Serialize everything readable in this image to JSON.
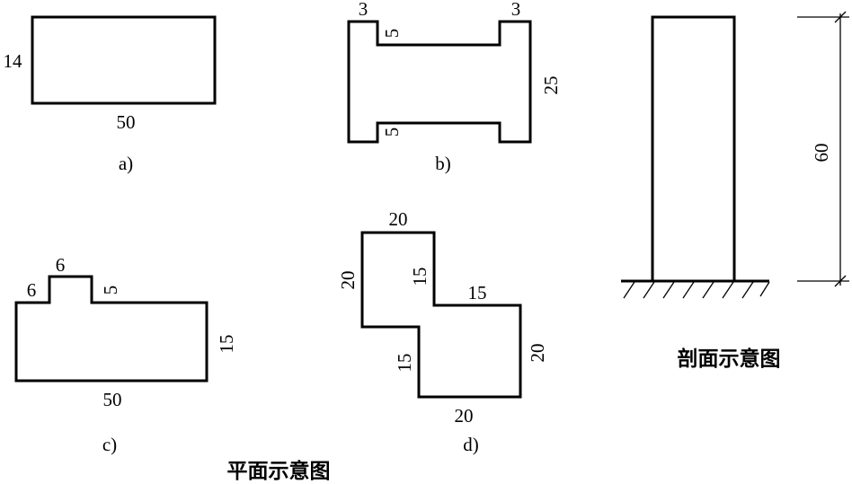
{
  "figure_a": {
    "caption": "a)",
    "dim_height": "14",
    "dim_width": "50"
  },
  "figure_b": {
    "caption": "b)",
    "dim_flange_left": "3",
    "dim_flange_right": "3",
    "dim_notch_top": "5",
    "dim_notch_bottom": "5",
    "dim_height": "25"
  },
  "figure_c": {
    "caption": "c)",
    "dim_step_top": "6",
    "dim_step_left": "6",
    "dim_step_height": "5",
    "dim_height": "15",
    "dim_width": "50"
  },
  "figure_d": {
    "caption": "d)",
    "dim_top": "20",
    "dim_left": "20",
    "dim_inner_upper": "15",
    "dim_middle": "15",
    "dim_inner_lower": "15",
    "dim_right": "20",
    "dim_bottom": "20"
  },
  "section": {
    "dim_height": "60",
    "title": "剖面示意图"
  },
  "plan_title": "平面示意图"
}
